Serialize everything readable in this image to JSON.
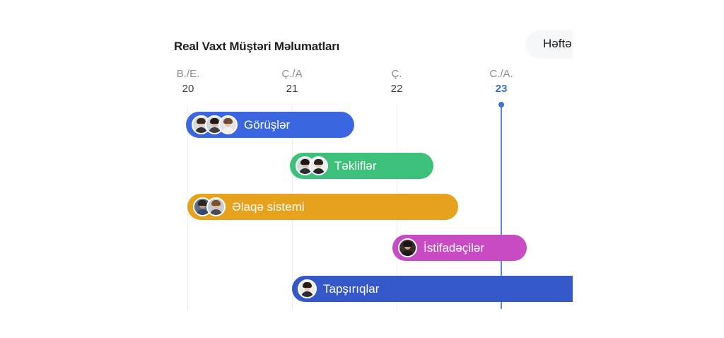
{
  "header": {
    "title": "Real Vaxt Müştəri Məlumatları",
    "view_button": "Həftə"
  },
  "days": [
    {
      "name": "B./E.",
      "num": "20"
    },
    {
      "name": "Ç./A",
      "num": "21"
    },
    {
      "name": "Ç.",
      "num": "22"
    },
    {
      "name": "C./A.",
      "num": "23",
      "today": true
    }
  ],
  "tasks": [
    {
      "label": "Görüşlər",
      "color": "#3a67e0",
      "avatars": 3
    },
    {
      "label": "Təkliflər",
      "color": "#3cc07a",
      "avatars": 2
    },
    {
      "label": "Əlaqə sistemi",
      "color": "#e6a21c",
      "avatars": 2
    },
    {
      "label": "İstifadəçilər",
      "color": "#c84bc4",
      "avatars": 1
    },
    {
      "label": "Tapşırıqlar",
      "color": "#3558c8",
      "avatars": 1
    }
  ]
}
